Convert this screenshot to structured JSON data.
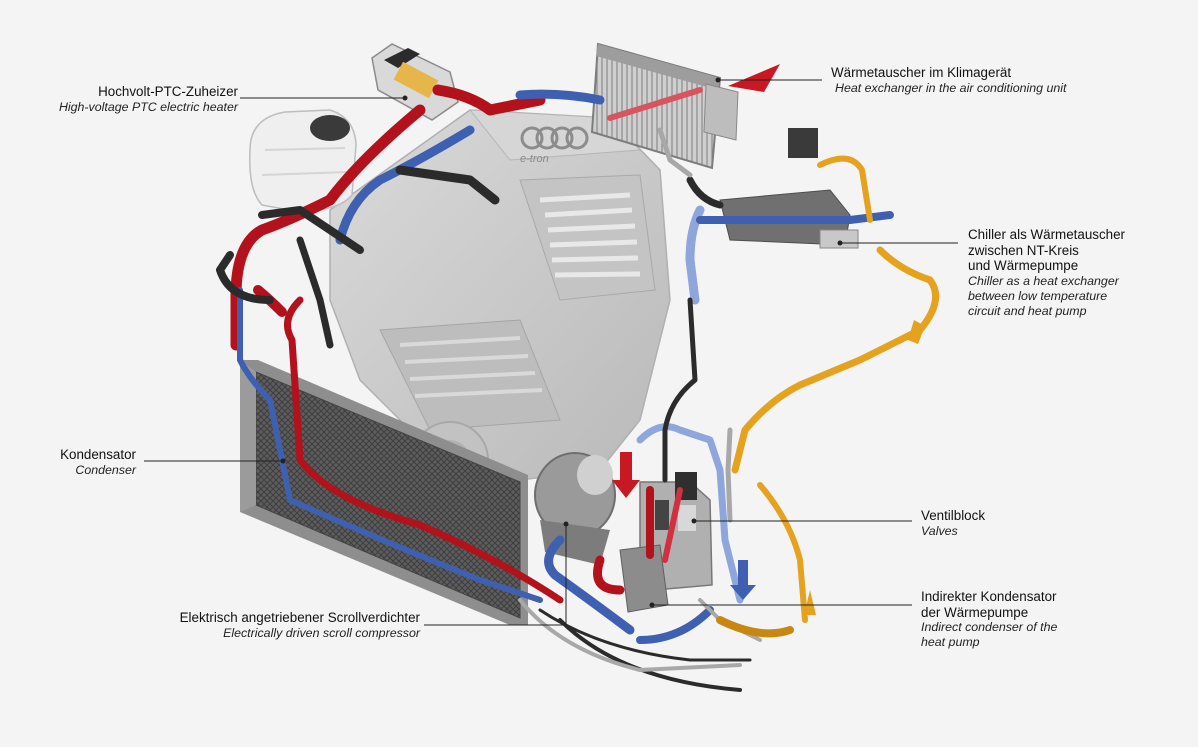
{
  "labels": {
    "ptc_heater": {
      "de": "Hochvolt-PTC-Zuheizer",
      "en": "High-voltage PTC electric heater"
    },
    "hvac_exchanger": {
      "de": "Wärmetauscher im Klimagerät",
      "en": "Heat exchanger in the air conditioning unit"
    },
    "chiller": {
      "de_lines": [
        "Chiller als Wärmetauscher",
        "zwischen NT-Kreis",
        "und Wärmepumpe"
      ],
      "en_lines": [
        "Chiller as a heat exchanger",
        "between low temperature",
        "circuit and heat pump"
      ]
    },
    "condenser": {
      "de": "Kondensator",
      "en": "Condenser"
    },
    "valve_block": {
      "de": "Ventilblock",
      "en": "Valves"
    },
    "indirect_condenser": {
      "de_lines": [
        "Indirekter Kondensator",
        "der Wärmepumpe"
      ],
      "en_lines": [
        "Indirect condenser of the",
        "heat pump"
      ]
    },
    "scroll_compressor": {
      "de": "Elektrisch angetriebener Scrollverdichter",
      "en": "Electrically driven scroll compressor"
    }
  },
  "logo_text": "e-tron",
  "colors": {
    "background": "#f4f4f4",
    "hot_coolant": "#b3121c",
    "cold_coolant": "#3f5fb0",
    "light_blue": "#8fa6dc",
    "refrigerant_yellow": "#e5a21f",
    "engine_gray": "#c9c9c9",
    "hose_black": "#2b2b2b",
    "pipe_silver": "#a8a8a8",
    "leader_line": "#222222"
  }
}
